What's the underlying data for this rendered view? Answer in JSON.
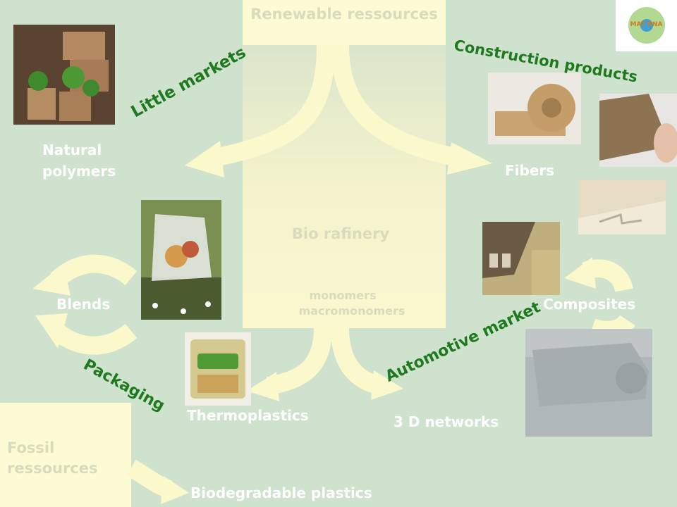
{
  "nodes": {
    "renewable": "Renewable ressources",
    "refinery": "Bio rafinery",
    "monomers_line1": "monomers",
    "monomers_line2": "macromonomers",
    "fossil": "Fossil ressources",
    "natural_polymers": "Natural polymers",
    "fibers": "Fibers",
    "blends": "Blends",
    "composites": "Composites",
    "thermoplastics": "Thermoplastics",
    "networks": "3 D networks",
    "biodegradable": "Biodegradable plastics"
  },
  "markets": {
    "little": "Little markets",
    "construction": "Construction products",
    "packaging": "Packaging",
    "automotive": "Automotive market"
  },
  "logo": {
    "text": "MAT RNA"
  },
  "colors": {
    "background": "#cfe2cd",
    "box": "#fdfbd3",
    "arrow": "#fbf8cc",
    "market_text": "#1f7a1f"
  },
  "icons": [
    "flowerpots-photo",
    "insulation-roll-photo",
    "fiberboard-photo",
    "panel-photo",
    "decking-photo",
    "compost-bag-photo",
    "food-pack-photo",
    "car-door-panel-photo",
    "flower-logo-icon"
  ]
}
